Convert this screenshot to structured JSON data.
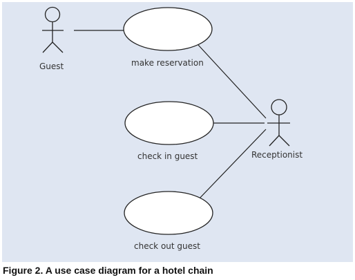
{
  "diagram": {
    "actors": {
      "guest": "Guest",
      "receptionist": "Receptionist"
    },
    "use_cases": {
      "make_reservation": "make reservation",
      "check_in_guest": "check in guest",
      "check_out_guest": "check out guest"
    }
  },
  "caption": "Figure 2. A use case diagram for a hotel chain",
  "colors": {
    "panel_background": "#dfe6f2",
    "stroke": "#222222",
    "use_case_fill": "#ffffff"
  }
}
